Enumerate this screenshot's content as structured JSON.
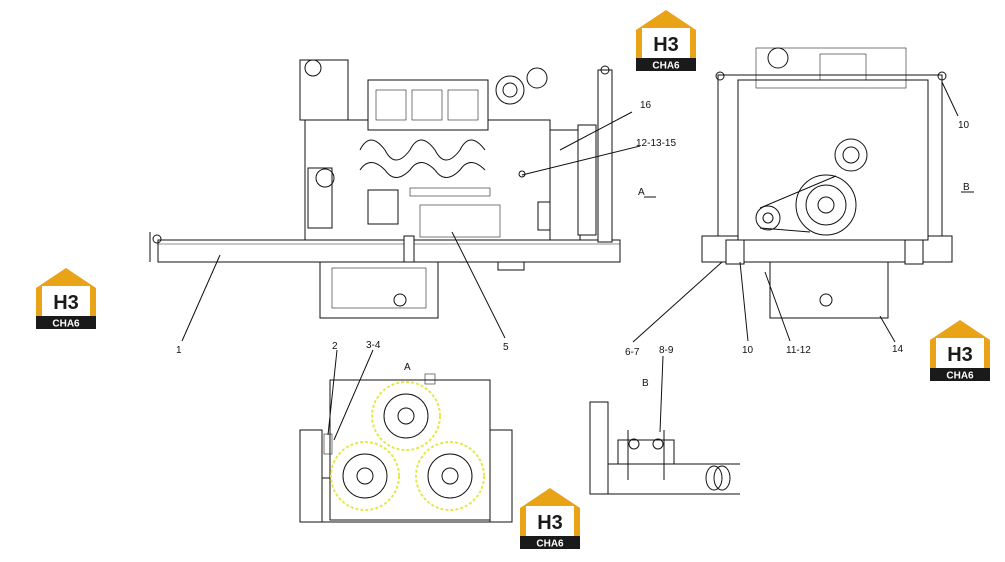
{
  "callouts": {
    "c1": "1",
    "c2": "2",
    "c3_4": "3-4",
    "c5": "5",
    "c6_7": "6-7",
    "c8_9": "8-9",
    "c10_top": "10",
    "c10_bottom": "10",
    "c11_12": "11-12",
    "c12_13_15": "12-13-15",
    "c14": "14",
    "c16": "16"
  },
  "view_labels": {
    "a_marker": "A",
    "b_marker": "B",
    "a_detail": "A",
    "b_detail": "B"
  },
  "watermark": {
    "letters": "H3",
    "caption": "CHA6",
    "accent_color": "#e8a317",
    "dark_color": "#1a1a1a"
  },
  "colors": {
    "line": "#111111",
    "highlight": "#e5e84a"
  }
}
